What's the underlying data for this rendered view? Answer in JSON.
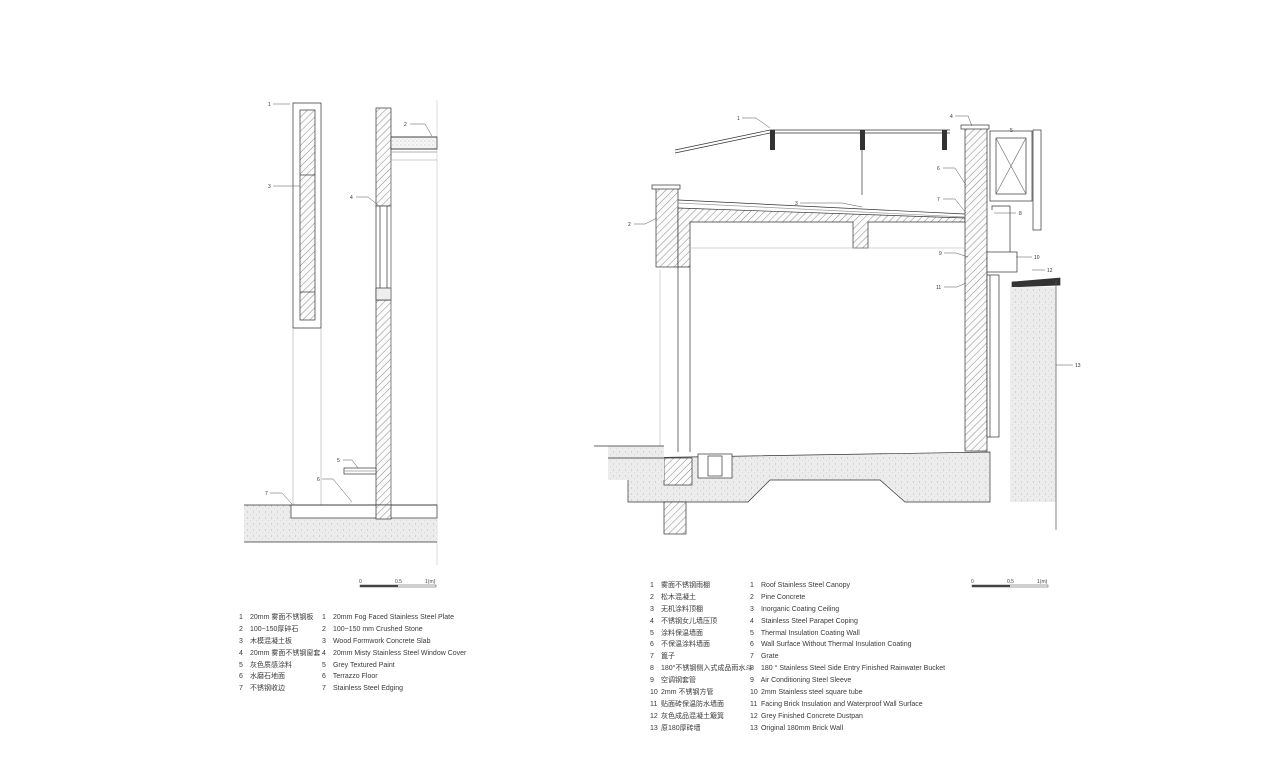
{
  "left_detail": {
    "tags": [
      "1",
      "2",
      "3",
      "4",
      "5",
      "6",
      "7"
    ],
    "scale": {
      "labels": [
        "0",
        "0.5",
        "1(m)"
      ]
    },
    "legend_cn": [
      {
        "num": "1",
        "text": "20mm 雾面不锈钢板"
      },
      {
        "num": "2",
        "text": "100~150厚碎石"
      },
      {
        "num": "3",
        "text": "木模混凝土板"
      },
      {
        "num": "4",
        "text": "20mm 雾面不锈钢窗套"
      },
      {
        "num": "5",
        "text": "灰色质感涂料"
      },
      {
        "num": "6",
        "text": "水磨石地面"
      },
      {
        "num": "7",
        "text": "不锈钢收边"
      }
    ],
    "legend_en": [
      {
        "num": "1",
        "text": "20mm Fog Faced Stainless Steel Plate"
      },
      {
        "num": "2",
        "text": "100~150 mm Crushed Stone"
      },
      {
        "num": "3",
        "text": "Wood Formwork Concrete Slab"
      },
      {
        "num": "4",
        "text": "20mm Misty Stainless Steel Window Cover"
      },
      {
        "num": "5",
        "text": "Grey Textured Paint"
      },
      {
        "num": "6",
        "text": "Terrazzo Floor"
      },
      {
        "num": "7",
        "text": "Stainless Steel Edging"
      }
    ]
  },
  "right_detail": {
    "tags": [
      "1",
      "2",
      "3",
      "4",
      "5",
      "6",
      "7",
      "8",
      "9",
      "10",
      "11",
      "12",
      "13"
    ],
    "scale": {
      "labels": [
        "0",
        "0.5",
        "1(m)"
      ]
    },
    "legend_cn": [
      {
        "num": "1",
        "text": "雾面不锈钢雨棚"
      },
      {
        "num": "2",
        "text": "松木混凝土"
      },
      {
        "num": "3",
        "text": "无机涂料顶棚"
      },
      {
        "num": "4",
        "text": "不锈钢女儿墙压顶"
      },
      {
        "num": "5",
        "text": "涂料保温墙面"
      },
      {
        "num": "6",
        "text": "不保温涂料墙面"
      },
      {
        "num": "7",
        "text": "篦子"
      },
      {
        "num": "8",
        "text": "180°不锈钢侧入式成品雨水斗"
      },
      {
        "num": "9",
        "text": "空调钢套管"
      },
      {
        "num": "10",
        "text": "2mm 不锈钢方管"
      },
      {
        "num": "11",
        "text": "贴面砖保温防水墙面"
      },
      {
        "num": "12",
        "text": "灰色成品混凝土簸箕"
      },
      {
        "num": "13",
        "text": "原180厚砖墙"
      }
    ],
    "legend_en": [
      {
        "num": "1",
        "text": "Roof Stainless Steel Canopy"
      },
      {
        "num": "2",
        "text": "Pine Concrete"
      },
      {
        "num": "3",
        "text": "Inorganic Coating Ceiling"
      },
      {
        "num": "4",
        "text": "Stainless Steel Parapet Coping"
      },
      {
        "num": "5",
        "text": "Thermal Insulation Coating Wall"
      },
      {
        "num": "6",
        "text": "Wall Surface Without Thermal Insulation Coating"
      },
      {
        "num": "7",
        "text": "Grate"
      },
      {
        "num": "8",
        "text": "180 ° Stainless Steel Side Entry Finished Rainwater Bucket"
      },
      {
        "num": "9",
        "text": "Air Conditioning Steel Sleeve"
      },
      {
        "num": "10",
        "text": "2mm Stainless steel square tube"
      },
      {
        "num": "11",
        "text": "Facing Brick Insulation and Waterproof Wall Surface"
      },
      {
        "num": "12",
        "text": "Grey Finished Concrete Dustpan"
      },
      {
        "num": "13",
        "text": "Original 180mm Brick Wall"
      }
    ]
  },
  "colors": {
    "line": "#333333",
    "hatch": "#8a8a8a",
    "fill_light": "#f1f1f1"
  }
}
